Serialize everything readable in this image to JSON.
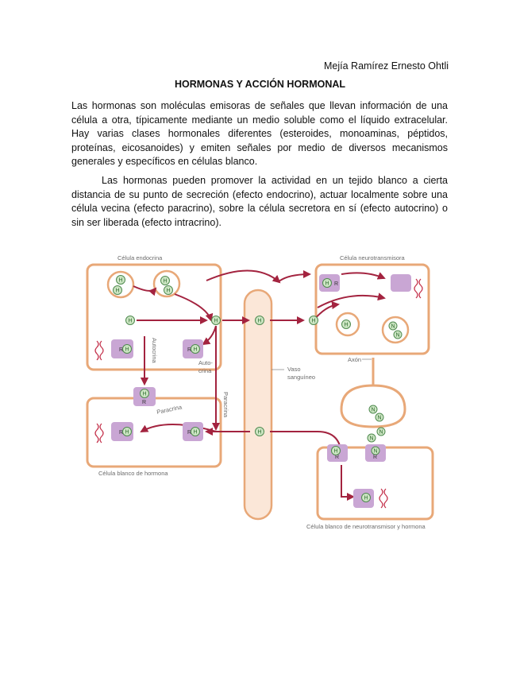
{
  "document": {
    "author": "Mejía Ramírez Ernesto Ohtli",
    "title": "HORMONAS Y ACCIÓN HORMONAL",
    "paragraphs": [
      "Las hormonas son moléculas emisoras de señales que llevan información de una célula a otra, típicamente mediante un medio soluble como el líquido extracelular. Hay varias clases hormonales diferentes (esteroides, monoaminas, péptidos, proteínas, eicosanoides) y emiten señales por medio de diversos mecanismos generales y específicos en células blanco.",
      "Las hormonas pueden promover la actividad en un tejido blanco a cierta distancia de su punto de secreción (efecto endocrino), actuar localmente sobre una célula vecina (efecto paracrino), sobre la célula secretora en sí (efecto autocrino) o sin ser liberada (efecto intracrino)."
    ]
  },
  "figure": {
    "labels": {
      "endocrine_cell": "Célula endocrina",
      "neuro_cell": "Célula neurotransmisora",
      "target_hormone": "Célula blanco de hormona",
      "target_both": "Célula blanco de neurotransmisor y hormona",
      "autocrina_vertical": "Autocrina",
      "autocrina_split_1": "Auto-",
      "autocrina_split_2": "crina",
      "paracrina_vertical": "Paracrina",
      "paracrina_slanted": "Paracrina",
      "vaso_1": "Vaso",
      "vaso_2": "sanguíneo",
      "axon": "Axón"
    },
    "symbols": {
      "hormone": "H",
      "neuro": "N",
      "receptor": "R"
    },
    "colors": {
      "membrane": "#e8a878",
      "arrow": "#a3233f",
      "receptor": "#c9a6d4",
      "hormone": "#cde6c4",
      "dna": "#c4314b"
    }
  }
}
